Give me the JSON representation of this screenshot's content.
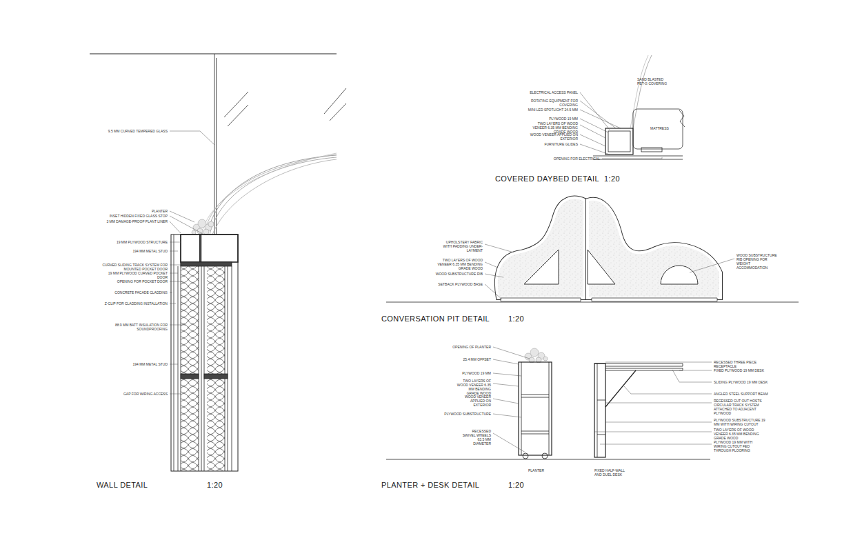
{
  "diagram": {
    "labels": [
      "9.5 MM CURVED TEMPERED GLASS",
      "PLANTER",
      "INSET HIDDEN FIXED GLASS STOP",
      "3 MM DAMAGE-PROOF PLANT LINER",
      "19 MM PLYWOOD STRUCTURE",
      "194 MM METAL STUD",
      "CURVED SLIDING TRACK SYSTEM FOR MOUNTED POCKET DOOR",
      "19 MM PLYWOOD CURVED POCKET DOOR",
      "OPENING FOR POCKET DOOR",
      "CONCRETE FACADE CLADDING",
      "Z-CLIP FOR CLADDING INSTALLATION",
      "88.9 MM BATT INSULATION FOR SOUNDPROOFING",
      "194 MM METAL STUD",
      "GAP FOR WIRING ACCESS",
      "WALL DETAIL",
      "1:20",
      "SAND BLASTED PET-G COVERING",
      "ELECTRICAL ACCESS PANEL",
      "ROTATING EQUIPMENT FOR COVERING",
      "MINI LED SPOTLIGHT 24.5 MM",
      "PLYWOOD 19 MM",
      "TWO LAYERS OF WOOD VENEER 6.35 MM BENDING GRADE WOOD",
      "WOOD VENEER APPLIED ON EXTERIOR",
      "FURNITURE GLIDES",
      "OPENING FOR ELECTRICAL",
      "MATTRESS",
      "COVERED DAYBED DETAIL",
      "1:20",
      "UPHOLSTERY FABRIC WITH PADDING UNDER-LAYMENT",
      "TWO LAYERS OF WOOD VENEER 6.35 MM BENDING GRADE WOOD",
      "WOOD SUBSTRUCTURE RIB",
      "SETBACK PLYWOOD BASE",
      "WOOD SUBSTRUCTURE RIB OPENING FOR WEIGHT ACCOMMODATION",
      "CONVERSATION PIT DETAIL",
      "1:20",
      "OPENING OF PLANTER",
      "25.4 MM OFFSET",
      "PLYWOOD 19 MM",
      "TWO LAYERS OF WOOD VENEER 6.35 MM BENDING GRADE WOOD",
      "WOOD VENEER APPLIED ON EXTERIOR",
      "PLYWOOD SUBSTRUCTURE",
      "RECESSED SWIVEL WHEELS 63.5 MM DIAMETER",
      "RECESSED THREE PIECE RECEPTACLE",
      "FIXED PLYWOOD 19 MM DESK",
      "SLIDING PLYWOOD 19 MM DESK",
      "ANGLED STEEL SUPPORT BEAM",
      "RECESSED CUT OUT HOSTS CIRCULAR TRACK SYSTEM ATTACHED TO ADJACENT PLYWOOD",
      "PLYWOOD SUBSTRUCTURE 19 MM WITH WIRING CUTOUT",
      "TWO LAYERS OF WOOD VENEER 6.35 MM BENDING GRADE WOOD",
      "PLYWOOD 19 MM WITH WIRING CUTOUT FED THROUGH FLOORING",
      "PLANTER",
      "FIXED HALF-WALL AND DUEL DESK",
      "PLANTER + DESK DETAIL",
      "1:20"
    ]
  }
}
